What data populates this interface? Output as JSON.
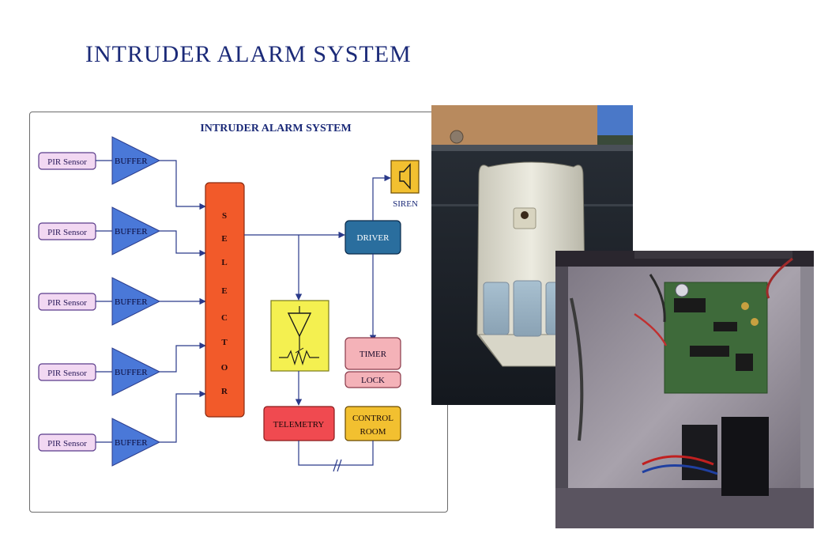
{
  "slide": {
    "title": "INTRUDER ALARM SYSTEM"
  },
  "diagram": {
    "title": "INTRUDER ALARM SYSTEM",
    "sensors": [
      "PIR Sensor",
      "PIR Sensor",
      "PIR Sensor",
      "PIR Sensor",
      "PIR Sensor"
    ],
    "buffer_label": "BUFFER",
    "selector_letters": [
      "S",
      "E",
      "L",
      "E",
      "C",
      "T",
      "O",
      "R"
    ],
    "driver_label": "DRIVER",
    "siren_label": "SIREN",
    "timer_label": "TIMER",
    "lock_label": "LOCK",
    "telemetry_label": "TELEMETRY",
    "control_room_label_line1": "CONTROL",
    "control_room_label_line2": "ROOM",
    "colors": {
      "title": "#1b2a78",
      "sensor_fill": "#f2d8f2",
      "buffer_fill": "#4a78d8",
      "selector_fill": "#f25a2a",
      "driver_fill": "#2a6e9e",
      "siren_fill": "#f2c030",
      "detector_fill": "#f4f050",
      "timer_fill": "#f4b2b8",
      "telemetry_fill": "#f04a50",
      "control_room_fill": "#f2c030"
    }
  },
  "photos": {
    "detector": "pir-detector-photo",
    "circuit": "alarm-circuit-board-photo"
  }
}
